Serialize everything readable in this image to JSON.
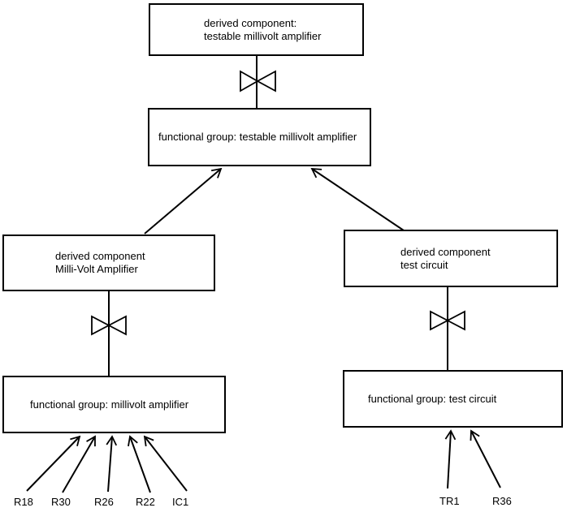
{
  "diagram": {
    "kind": "component-hierarchy-diagram",
    "colors": {
      "background": "#ffffff",
      "line": "#000000",
      "box_border": "#000000",
      "text": "#000000"
    },
    "nodes": {
      "derived_testable": {
        "line1": "derived component:",
        "line2": "testable millivolt amplifier"
      },
      "fg_testable": {
        "label": "functional group: testable millivolt amplifier"
      },
      "derived_mva": {
        "line1": "derived component",
        "line2": "Milli-Volt Amplifier"
      },
      "derived_test": {
        "line1": "derived component",
        "line2": "test circuit"
      },
      "fg_mva": {
        "label": "functional group: millivolt amplifier"
      },
      "fg_test": {
        "label": "functional group: test circuit"
      }
    },
    "leaf_components": {
      "millivolt_amplifier": [
        "R18",
        "R30",
        "R26",
        "R22",
        "IC1"
      ],
      "test_circuit": [
        "TR1",
        "R36"
      ]
    },
    "edges": [
      {
        "from": "derived_testable",
        "to": "fg_testable",
        "type": "bowtie-link"
      },
      {
        "from": "derived_mva",
        "to": "fg_testable",
        "type": "open-arrow"
      },
      {
        "from": "derived_test",
        "to": "fg_testable",
        "type": "open-arrow"
      },
      {
        "from": "derived_mva",
        "to": "fg_mva",
        "type": "bowtie-link"
      },
      {
        "from": "derived_test",
        "to": "fg_test",
        "type": "bowtie-link"
      },
      {
        "from": "R18",
        "to": "fg_mva",
        "type": "open-arrow"
      },
      {
        "from": "R30",
        "to": "fg_mva",
        "type": "open-arrow"
      },
      {
        "from": "R26",
        "to": "fg_mva",
        "type": "open-arrow"
      },
      {
        "from": "R22",
        "to": "fg_mva",
        "type": "open-arrow"
      },
      {
        "from": "IC1",
        "to": "fg_mva",
        "type": "open-arrow"
      },
      {
        "from": "TR1",
        "to": "fg_test",
        "type": "open-arrow"
      },
      {
        "from": "R36",
        "to": "fg_test",
        "type": "open-arrow"
      }
    ]
  }
}
